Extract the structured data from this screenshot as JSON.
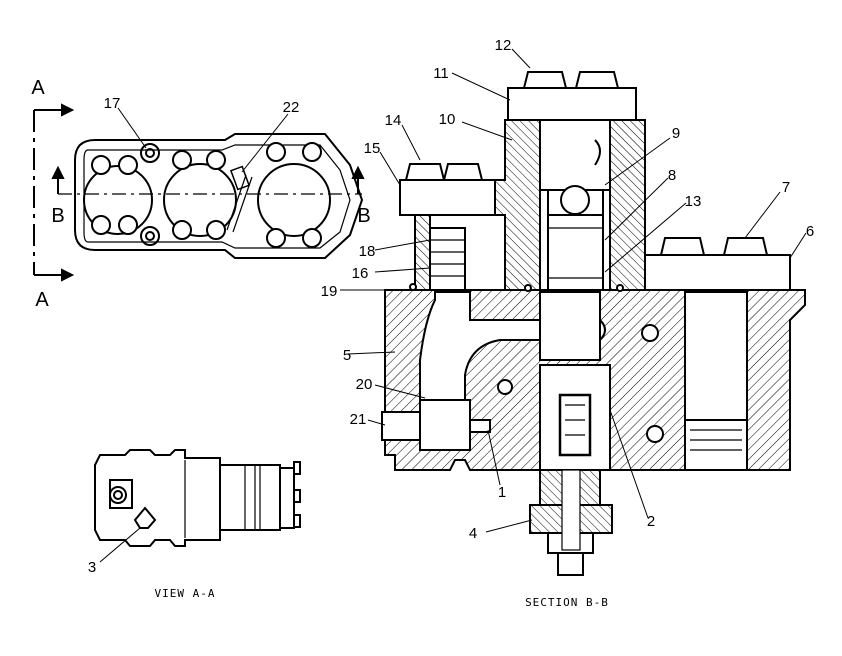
{
  "parts": [
    "1",
    "2",
    "3",
    "4",
    "5",
    "6",
    "7",
    "8",
    "9",
    "10",
    "11",
    "12",
    "13",
    "14",
    "15",
    "16",
    "17",
    "18",
    "19",
    "20",
    "21",
    "22"
  ],
  "section_markers": {
    "a_top": "A",
    "a_bottom": "A",
    "b_left": "B",
    "b_right": "B"
  },
  "captions": {
    "view": "VIEW A-A",
    "section": "SECTION B-B"
  },
  "colors": {
    "line": "#000000",
    "background": "#ffffff"
  }
}
